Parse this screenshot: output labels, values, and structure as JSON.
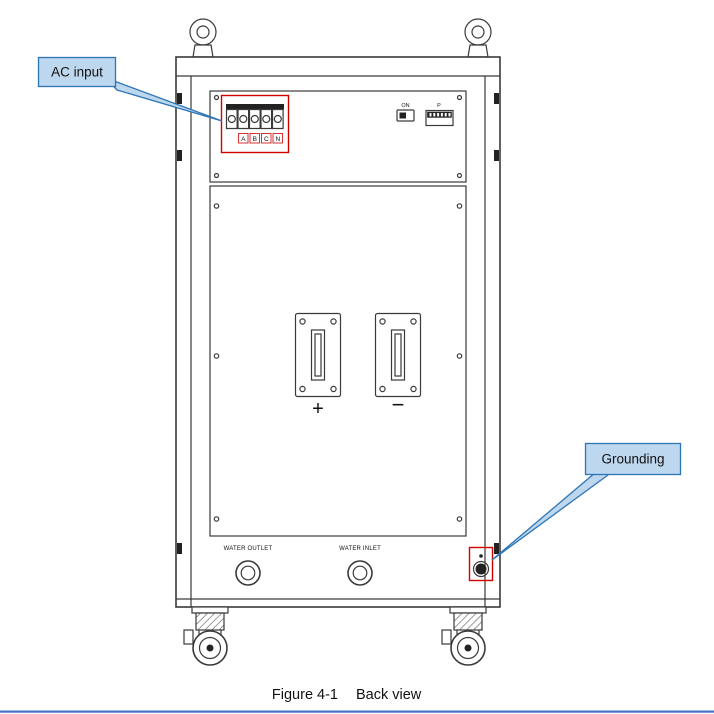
{
  "figure": {
    "label": "Figure 4-1",
    "title": "Back view"
  },
  "callouts": {
    "ac_input": {
      "label": "AC input"
    },
    "grounding": {
      "label": "Grounding"
    }
  },
  "rear_panel": {
    "switch_label": "ON",
    "connector_label": "P",
    "terminal_labels": [
      "A",
      "B",
      "C",
      "N"
    ],
    "positive_label": "+",
    "negative_label": "−",
    "water_outlet_label": "WATER OUTLET",
    "water_inlet_label": "WATER INLET"
  },
  "colors": {
    "callout_fill": "#bdd7ee",
    "callout_border": "#2e75b6",
    "highlight": "#d00000",
    "outline": "#3a3a3a",
    "footer_rule": "#4472c4"
  }
}
